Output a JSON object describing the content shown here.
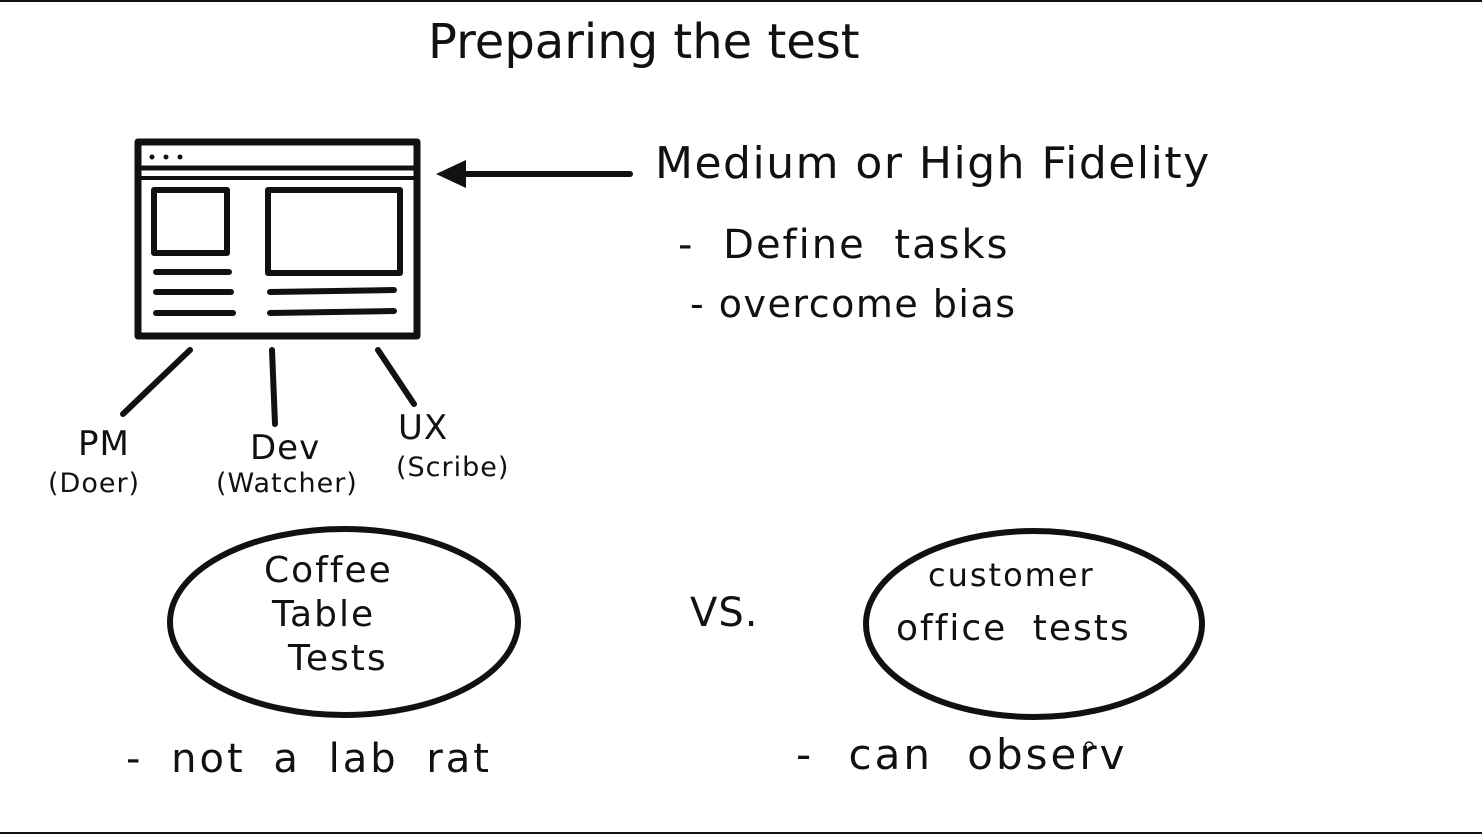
{
  "title": "Preparing the test",
  "fidelity": {
    "heading": "Medium or High Fidelity",
    "points": [
      "- Define  tasks",
      "- overcome bias"
    ]
  },
  "roles": [
    {
      "name": "PM",
      "desc": "(Doer)"
    },
    {
      "name": "Dev",
      "desc": "(Watcher)"
    },
    {
      "name": "UX",
      "desc": "(Scribe)"
    }
  ],
  "comparison": {
    "left_lines": [
      "Coffee",
      "Table",
      "Tests"
    ],
    "vs": "VS.",
    "right_lines": [
      "customer",
      "office  tests"
    ],
    "left_note": "- not  a  lab rat",
    "right_note": "- can  observ"
  }
}
